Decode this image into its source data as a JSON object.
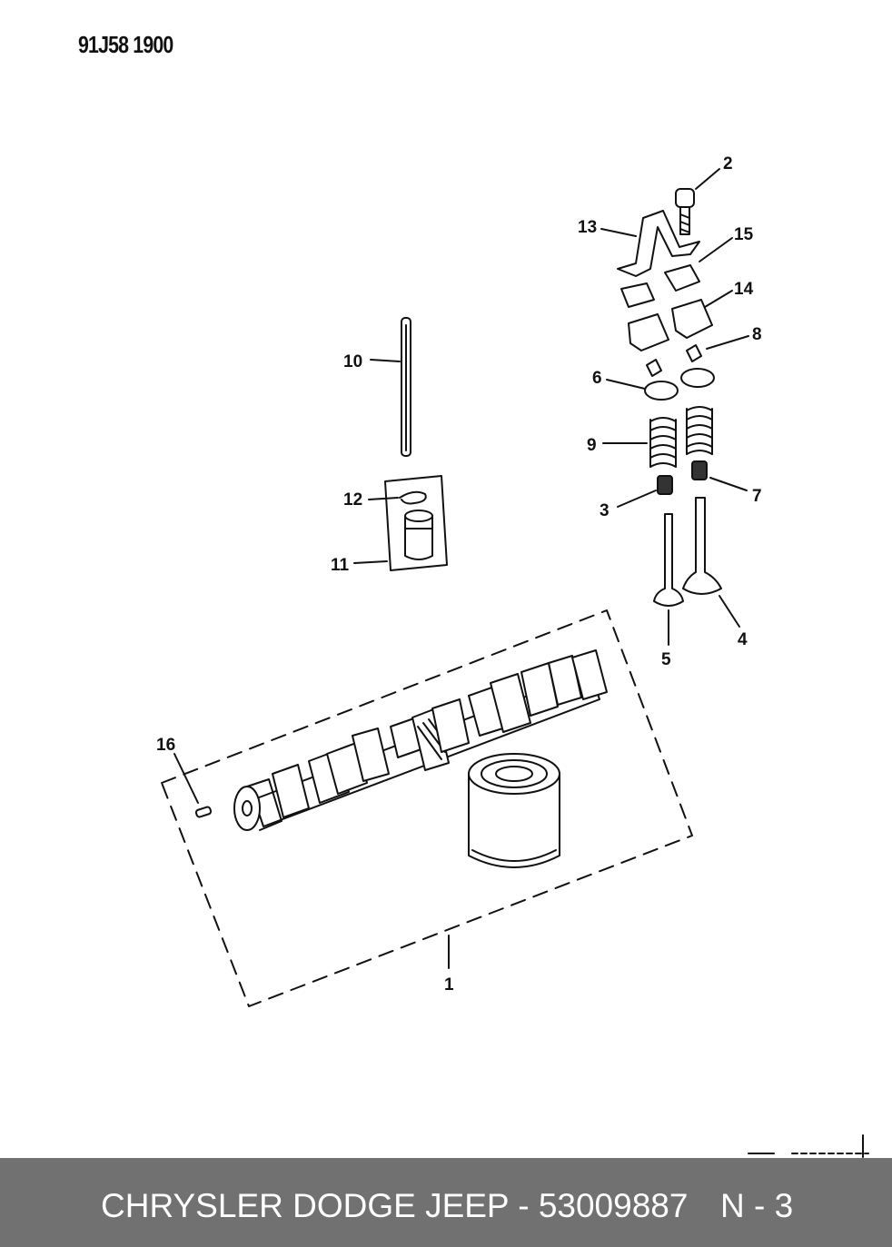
{
  "header": {
    "ref_code": "91J58 1900"
  },
  "callouts": [
    {
      "id": "1",
      "label": "1"
    },
    {
      "id": "2",
      "label": "2"
    },
    {
      "id": "3",
      "label": "3"
    },
    {
      "id": "4",
      "label": "4"
    },
    {
      "id": "5",
      "label": "5"
    },
    {
      "id": "6",
      "label": "6"
    },
    {
      "id": "7",
      "label": "7"
    },
    {
      "id": "8",
      "label": "8"
    },
    {
      "id": "9",
      "label": "9"
    },
    {
      "id": "10",
      "label": "10"
    },
    {
      "id": "11",
      "label": "11"
    },
    {
      "id": "12",
      "label": "12"
    },
    {
      "id": "13",
      "label": "13"
    },
    {
      "id": "14",
      "label": "14"
    },
    {
      "id": "15",
      "label": "15"
    },
    {
      "id": "16",
      "label": "16"
    }
  ],
  "footer": {
    "title": "CHRYSLER DODGE JEEP - 53009887",
    "page": "N - 3"
  }
}
